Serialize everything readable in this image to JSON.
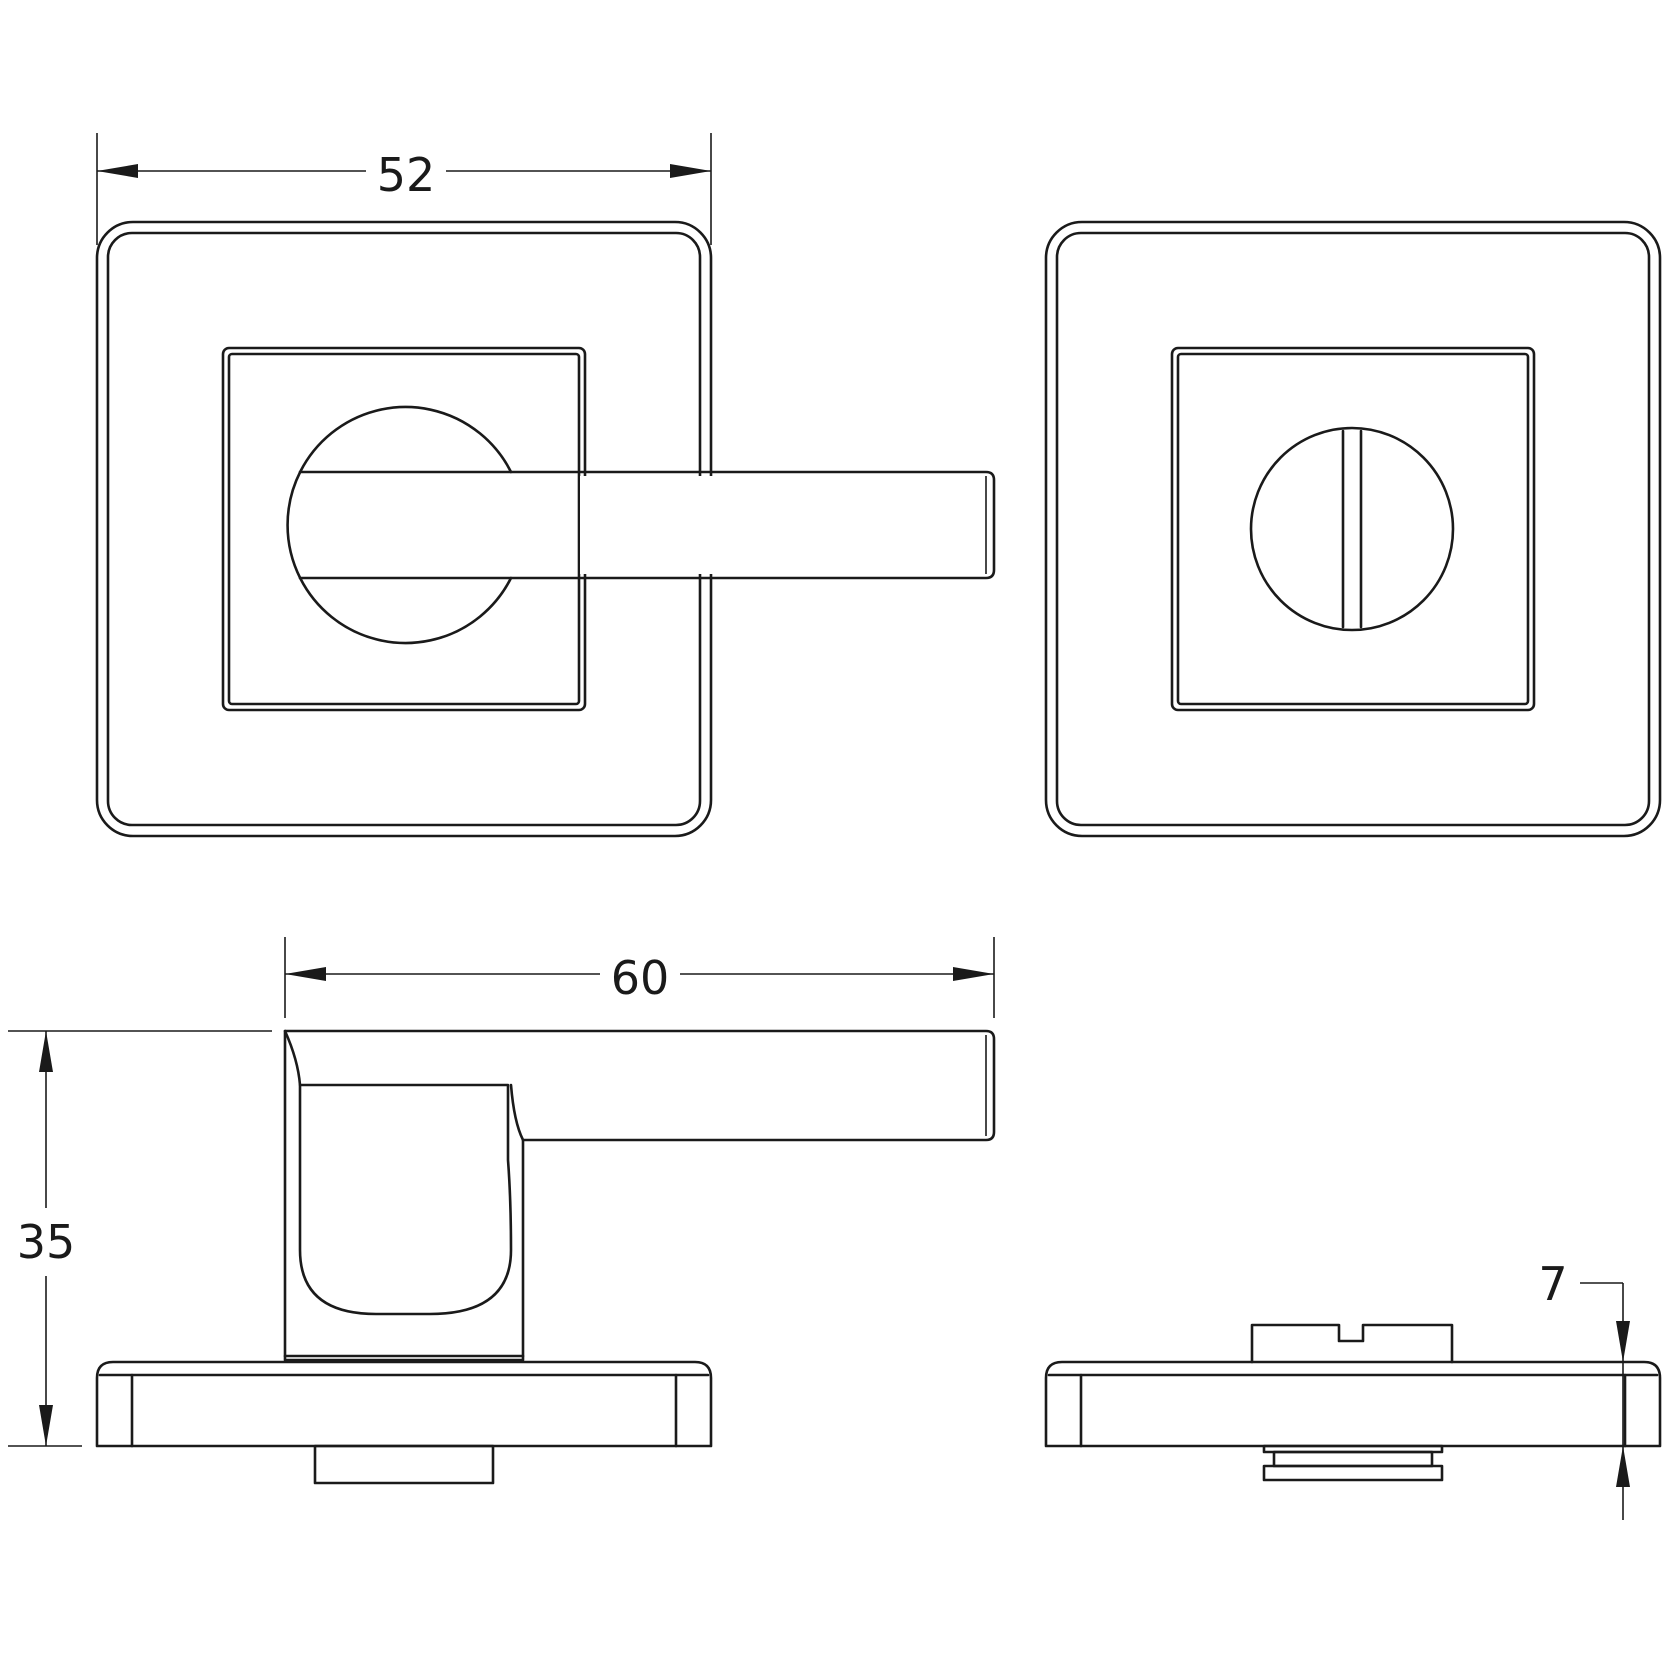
{
  "drawing": {
    "dimensions": {
      "rose_width": "52",
      "lever_length": "60",
      "total_height": "35",
      "turn_height": "7"
    }
  }
}
